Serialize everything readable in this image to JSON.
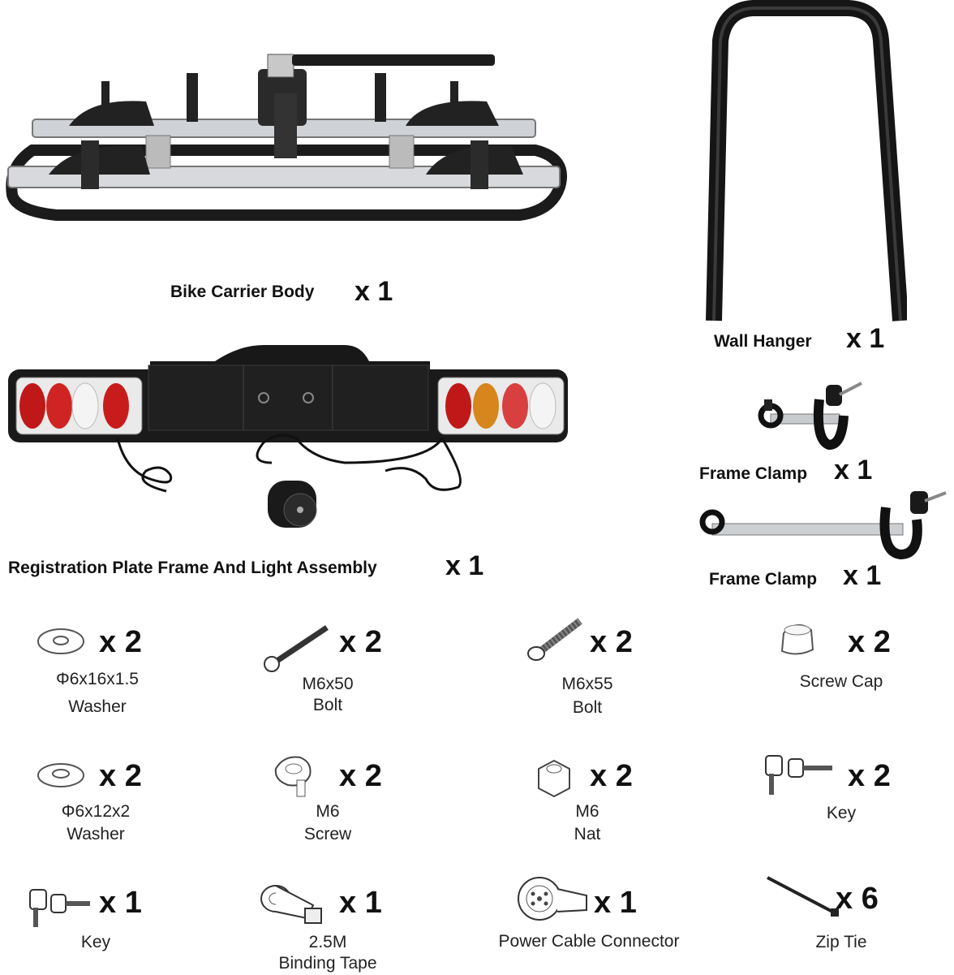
{
  "main_items": {
    "carrier": {
      "label": "Bike Carrier Body",
      "qty": "x 1",
      "icon": "bike-carrier-icon"
    },
    "wall_hanger": {
      "label": "Wall Hanger",
      "qty": "x 1",
      "icon": "wall-hanger-icon"
    },
    "plate_frame": {
      "label": "Registration Plate Frame And Light Assembly",
      "qty": "x 1",
      "icon": "light-board-icon"
    },
    "frame_clamp_short": {
      "label": "Frame Clamp",
      "qty": "x 1",
      "icon": "frame-clamp-icon"
    },
    "frame_clamp_long": {
      "label": "Frame Clamp",
      "qty": "x 1",
      "icon": "frame-clamp-long-icon"
    }
  },
  "parts": [
    {
      "qty": "x 2",
      "line1": "Φ6x16x1.5",
      "line2": "Washer",
      "icon": "washer-icon"
    },
    {
      "qty": "x 2",
      "line1": "M6x50",
      "line2": "Bolt",
      "icon": "bolt-icon"
    },
    {
      "qty": "x 2",
      "line1": "M6x55",
      "line2": "Bolt",
      "icon": "bolt-icon"
    },
    {
      "qty": "x 2",
      "line1": "Screw Cap",
      "line2": "",
      "icon": "screw-cap-icon"
    },
    {
      "qty": "x 2",
      "line1": "Φ6x12x2",
      "line2": "Washer",
      "icon": "washer-icon"
    },
    {
      "qty": "x 2",
      "line1": "M6",
      "line2": "Screw",
      "icon": "knob-screw-icon"
    },
    {
      "qty": "x 2",
      "line1": "M6",
      "line2": "Nat",
      "icon": "nut-icon"
    },
    {
      "qty": "x 2",
      "line1": "Key",
      "line2": "",
      "icon": "key-icon"
    },
    {
      "qty": "x 1",
      "line1": "Key",
      "line2": "",
      "icon": "key-icon"
    },
    {
      "qty": "x 1",
      "line1": "2.5M",
      "line2": "Binding Tape",
      "icon": "binding-tape-icon"
    },
    {
      "qty": "x 1",
      "line1": "Power Cable Connector",
      "line2": "",
      "icon": "power-connector-icon"
    },
    {
      "qty": "x 6",
      "line1": "Zip Tie",
      "line2": "",
      "icon": "zip-tie-icon"
    }
  ]
}
